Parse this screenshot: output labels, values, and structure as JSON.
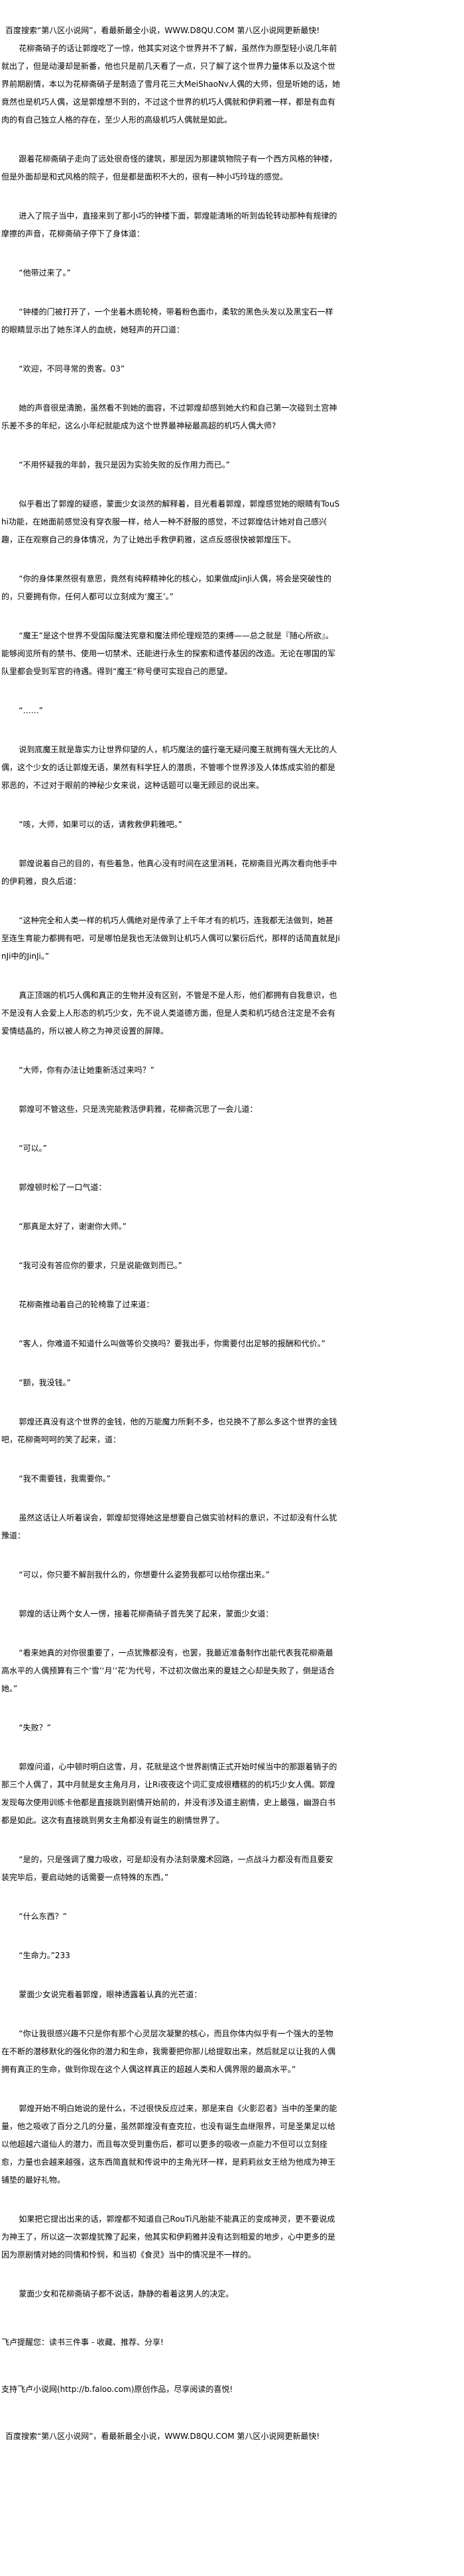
{
  "banner": "百度搜索“第八区小说网”，看最新最全小说，WWW.D8QU.COM   第八区小说网更新最快!",
  "paragraphs": [
    "花柳斋硝子的话让郭煌吃了一惊，他其实对这个世界并不了解，虽然作为原型轻小说几年前就出了，但是动漫却是新番，他也只是前几天看了一点，只了解了这个世界力量体系以及这个世界前期剧情，本以为花柳斋硝子是制造了雪月花三大MeiShaoNv人偶的大师，但是听她的话，她竟然也是机巧人偶，这是郭煌想不到的，不过这个世界的机巧人偶就和伊莉雅一样，都是有血有肉的有自己独立人格的存在，至少人形的高级机巧人偶就是如此。",
    "跟着花柳斋硝子走向了远处很奇怪的建筑，那是因为那建筑物院子有一个西方风格的钟楼，但是外面却是和式风格的院子，但是都是面积不大的，很有一种小巧玲珑的感觉。",
    "进入了院子当中，直接来到了那小巧的钟楼下面，郭煌能清晰的听到齿轮转动那种有规律的摩擦的声音，花柳斋硝子停下了身体道：",
    "“他带过来了。”",
    "“钟楼的门被打开了，一个坐着木质轮椅，带着粉色面巾，柔软的黑色头发以及黑宝石一样的眼睛显示出了她东洋人的血统，她轻声的开口道：",
    "“欢迎，不同寻常的贵客。03”",
    "她的声音很是清脆，虽然看不到她的面容，不过郭煌却感到她大约和自己第一次碰到土宫神乐差不多的年纪，这么小年纪就能成为这个世界最神秘最高超的机巧人偶大师?",
    "“不用怀疑我的年龄，我只是因为实验失败的反作用力而已。”",
    "似乎看出了郭煌的疑惑，蒙面少女淡然的解释着，目光看着郭煌，郭煌感觉她的眼睛有TouShi功能，在她面前感觉没有穿衣服一样，给人一种不舒服的感觉，不过郭煌估计她对自己感兴趣，正在观察自己的身体情况，为了让她出手救伊莉雅，这点反感很快被郭煌压下。",
    "“你的身体果然很有意思，竟然有纯粹精神化的核心，如果做成JinJi人偶，将会是突破性的的，只要拥有你，任何人都可以立刻成为‘魔王’。”",
    "“魔王”是这个世界不受国际魔法宪章和魔法师伦理规范的束缚——总之就是『随心所欲』。能够阅览所有的禁书、使用一切禁术、还能进行永生的探索和遗传基因的改造。无论在哪国的军队里都会受到军官的待遇。得到“魔王”称号便可实现自己的愿望。",
    "“……”",
    "说到底魔王就是靠实力让世界仰望的人，机巧魔法的盛行毫无疑问魔王就拥有强大无比的人偶，这个少女的话让郭煌无语，果然有科学狂人的潜质，不管哪个世界涉及人体炼成实验的都是邪恶的，不过对于眼前的神秘少女来说，这种话题可以毫无顾忌的说出来。",
    "“咳，大师，如果可以的话，请救救伊莉雅吧。”",
    "郭煌说着自己的目的，有些着急，他真心没有时间在这里消耗，花柳斋目光再次看向他手中的伊莉雅，良久后道：",
    "“这种完全和人类一样的机巧人偶绝对是传承了上千年才有的机巧，连我都无法做到，她甚至连生育能力都拥有吧，可是哪怕是我也无法做到让机巧人偶可以繁衍后代，那样的话简直就是JinJi中的JinJi。”",
    "真正顶端的机巧人偶和真正的生物并没有区别，不管是不是人形，他们都拥有自我意识，也不是没有人会爱上人形态的机巧少女，先不说人类道德方面，但是人类和机巧结合注定是不会有爱情结晶的，所以被人称之为神灵设置的屏障。",
    "“大师，你有办法让她重新活过来吗？”",
    "郭煌可不管这些，只是洗完能救活伊莉雅，花柳斋沉思了一会儿道：",
    "“可以。”",
    "郭煌顿时松了一口气道：",
    "“那真是太好了，谢谢你大师。”",
    "“我可没有答应你的要求，只是说能做到而已。”",
    "花柳斋推动着自己的轮椅靠了过来道：",
    "“客人，你难道不知道什么叫做等价交换吗？要我出手，你需要付出足够的报酬和代价。”",
    "“额，我没钱。”",
    "郭煌还真没有这个世界的金钱，他的万能魔力所剩不多，也兑换不了那么多这个世界的金钱吧，花柳斋呵呵的笑了起来，道：",
    "“我不需要钱，我需要你。”",
    "虽然这话让人听着误会，郭煌却觉得她这是想要自己做实验材料的意识，不过却没有什么犹豫道：",
    "“可以，你只要不解剖我什么的，你想要什么姿势我都可以给你摆出来。”",
    "郭煌的话让两个女人一愣，接着花柳斋硝子首先笑了起来，蒙面少女道：",
    "“看来她真的对你很重要了，一点犹豫都没有，也罢，我最近准备制作出能代表我花柳斋最高水平的人偶预算有三个‘雪’‘月’‘花’为代号，不过初次做出来的夏娃之心却是失败了，倒是适合她。”",
    "“失败？”",
    "郭煌问道，心中顿时明白这雪，月，花就是这个世界剧情正式开始时候当中的那跟着销子的那三个人偶了，其中月就是女主角月月，让Ri夜夜这个词汇变成很糟糕的的机巧少女人偶。郭煌发现每次使用训练卡他都是直接跳到剧情开始前的，并没有涉及道主剧情，史上最强，幽游白书都是如此。这次有直接跳到男女主角都没有诞生的剧情世界了。",
    "“是的，只是强调了魔力吸收，可是却没有办法刻录魔术回路，一点战斗力都没有而且要安装完毕后，要启动她的话需要一点特殊的东西。”",
    "“什么东西？”",
    "“生命力。”233",
    "蒙面少女说完看着郭煌，眼神透露着认真的光芒道：",
    "“你让我很感兴趣不只是你有那个心灵层次凝聚的核心，而且你体内似乎有一个强大的圣物在不断的潜移默化的强化你的潜力和生命，我需要把你那儿给提取出来，然后就足以让我的人偶拥有真正的生命，做到你现在这个人偶这样真正的超越人类和人偶界限的最高水平。”",
    "郭煌开始不明白她说的是什么，不过很快反应过来，那是来自《火影忍者》当中的圣果的能量，他之吸收了百分之几的分量，虽然郭煌没有查克拉，也没有诞生血继限界，可是圣果足以给以他超越六道仙人的潜力，而且每次受到重伤后，都可以更多的吸收一点能力不但可以立刻痊愈，力量也会越来越强，这东西简直就和传说中的主角光环一样，是莉莉丝女王给为他成为神王铺垫的最好礼物。",
    "如果把它提出出来的话，郭煌都不知道自己RouTi凡胎能不能真正的变成神灵，更不要说成为神王了，所以这一次郭煌犹豫了起来，他其实和伊莉雅并没有达到相爱的地步，心中更多的是因为原剧情对她的同情和怜悯，和当初《食灵》当中的情况是不一样的。",
    "蒙面少女和花柳斋硝子都不说话，静静的看着这男人的决定。"
  ],
  "footer": {
    "reminder": "飞卢提醒您：读书三件事 - 收藏、推荐、分享!",
    "support": "支持飞卢小说网(http://b.faloo.com)原创作品，尽享阅读的喜悦!",
    "banner": "百度搜索“第八区小说网”，看最新最全小说，WWW.D8QU.COM   第八区小说网更新最快!"
  }
}
